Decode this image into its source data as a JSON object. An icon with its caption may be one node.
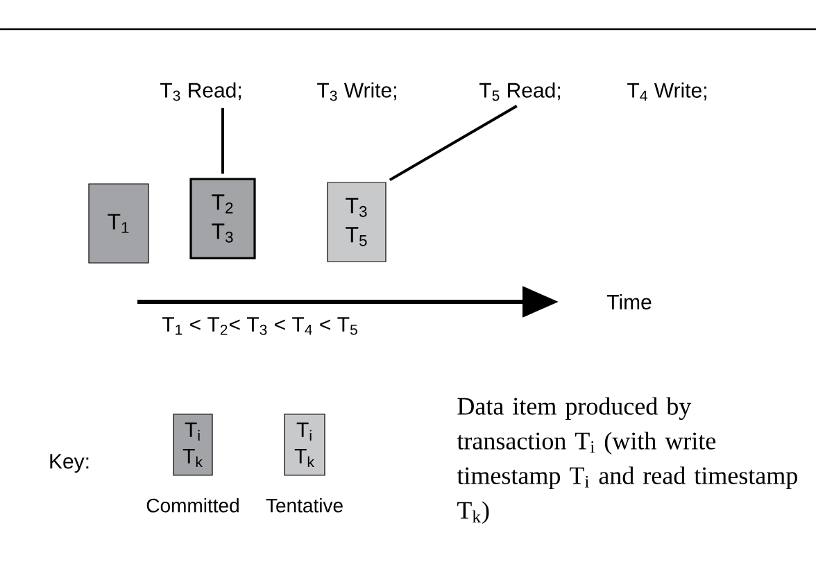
{
  "diagram": {
    "nodes": [
      {
        "text": [
          "T$_{3}$ Read;"
        ]
      },
      {
        "text": [
          "T$_{5}$ Read;"
        ]
      },
      {
        "text": [
          "T$_{1}$"
        ]
      },
      {
        "text": [
          "T$_{2}$",
          "T$_{3}$"
        ]
      },
      {
        "text": [
          "T$_{3}$",
          "T$_{5}$"
        ]
      },
      {
        "text": [
          "T$_{i}$",
          "T$_{k}$"
        ],
        "beside": [
          "Committed"
        ]
      },
      {
        "text": [
          "T$_{i}$",
          "T$_{k}$"
        ],
        "beside": [
          "Tentative"
        ]
      }
    ],
    "edges": [
      {
        "from": 0,
        "to": 3,
        "arrow": "none"
      },
      {
        "from": 1,
        "to": 4,
        "arrow": "none"
      }
    ],
    "labels": [
      "T$_{3}$ Write;",
      "T$_{4}$ Write;",
      "Time",
      "T$_{1}$ < T$_{2}$< T$_{3}$ < T$_{4}$ < T$_{5}$",
      "Key:",
      "Data item produced by transaction T$_{i}$ (with write timestamp T$_{i}$ and read timestamp T$_{k}$)"
    ]
  }
}
